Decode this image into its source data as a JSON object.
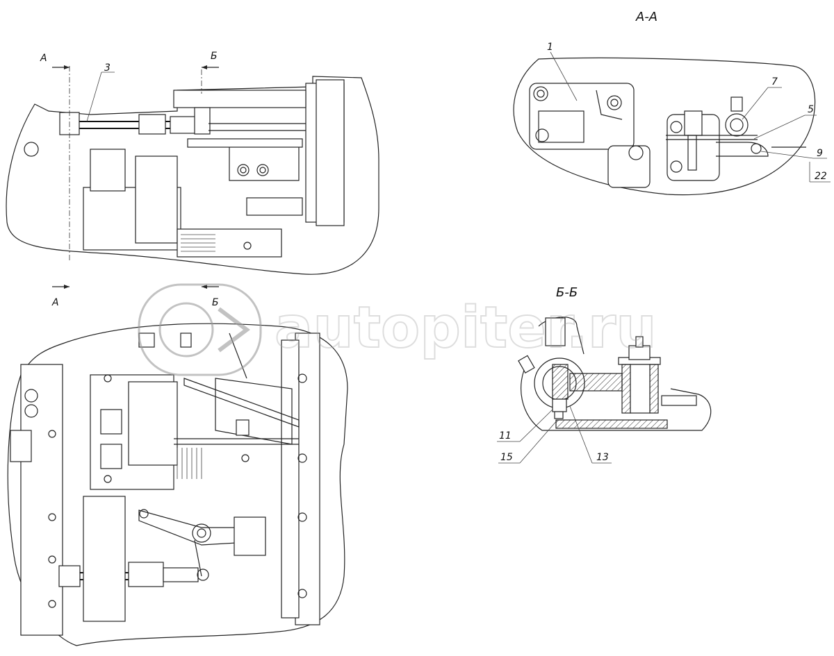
{
  "section_titles": {
    "aa": "А-А",
    "bb": "Б-Б"
  },
  "cut_marks": {
    "a_top": "А",
    "a_bottom": "А",
    "b_top": "Б",
    "b_bottom": "Б"
  },
  "callouts": {
    "c1": "1",
    "c3": "3",
    "c5": "5",
    "c7": "7",
    "c9": "9",
    "c11": "11",
    "c13": "13",
    "c15": "15",
    "c22": "22"
  },
  "watermark": {
    "text": "autopiter.ru"
  },
  "colors": {
    "line": "#222222",
    "watermark": "#9a9a9a",
    "background": "#ffffff"
  }
}
